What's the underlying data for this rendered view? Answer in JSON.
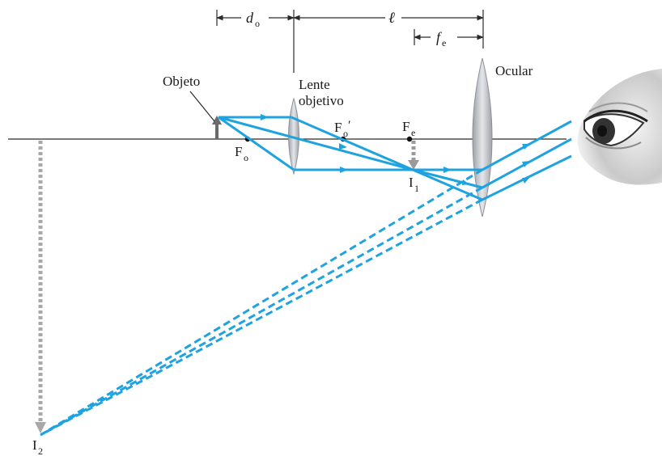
{
  "labels": {
    "objeto": "Objeto",
    "lente_line1": "Lente",
    "lente_line2": "objetivo",
    "ocular": "Ocular",
    "fo": "F",
    "fo_sub": "o",
    "fo_prime": "F",
    "fo_prime_sub": "o",
    "fo_prime_mark": "′",
    "fe": "F",
    "fe_sub": "e",
    "i1": "I",
    "i1_sub": "1",
    "i2": "I",
    "i2_sub": "2",
    "do": "d",
    "do_sub": "o",
    "ell": "ℓ",
    "fe_dim": "f",
    "fe_dim_sub": "e"
  },
  "colors": {
    "ray": "#1fa3e0",
    "lens": "#b9bcc2",
    "image_arrow": "#9a9a9a",
    "axis": "#2a2a2a"
  },
  "icons": {
    "eye": "eye-icon"
  }
}
